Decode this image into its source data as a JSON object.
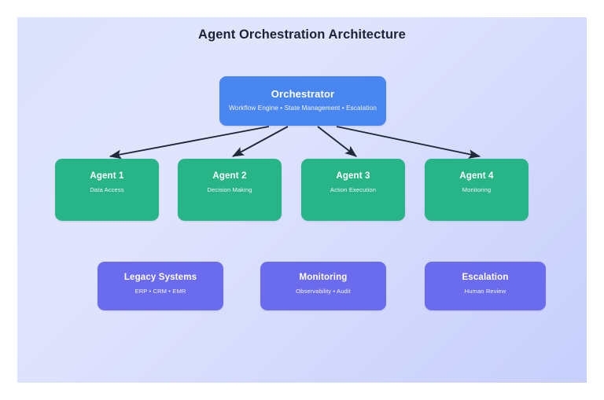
{
  "diagram": {
    "title": "Agent Orchestration Architecture",
    "background_from": "#dee3fd",
    "background_to": "#c7cffc",
    "orchestrator": {
      "title": "Orchestrator",
      "subtitle": "Workflow Engine • State Management • Escalation",
      "color": "#4a86f0"
    },
    "agents": [
      {
        "title": "Agent 1",
        "subtitle": "Data Access",
        "color": "#27b486"
      },
      {
        "title": "Agent 2",
        "subtitle": "Decision Making",
        "color": "#27b486"
      },
      {
        "title": "Agent 3",
        "subtitle": "Action Execution",
        "color": "#27b486"
      },
      {
        "title": "Agent 4",
        "subtitle": "Monitoring",
        "color": "#27b486"
      }
    ],
    "support": [
      {
        "title": "Legacy Systems",
        "subtitle": "ERP • CRM • EMR",
        "color": "#6b6bee"
      },
      {
        "title": "Monitoring",
        "subtitle": "Observability • Audit",
        "color": "#6b6bee"
      },
      {
        "title": "Escalation",
        "subtitle": "Human Review",
        "color": "#6b6bee"
      }
    ],
    "connectors": {
      "color": "#1f2937",
      "edges": [
        {
          "from": "orchestrator",
          "to": "agent-1"
        },
        {
          "from": "orchestrator",
          "to": "agent-2"
        },
        {
          "from": "orchestrator",
          "to": "agent-3"
        },
        {
          "from": "orchestrator",
          "to": "agent-4"
        }
      ]
    }
  }
}
